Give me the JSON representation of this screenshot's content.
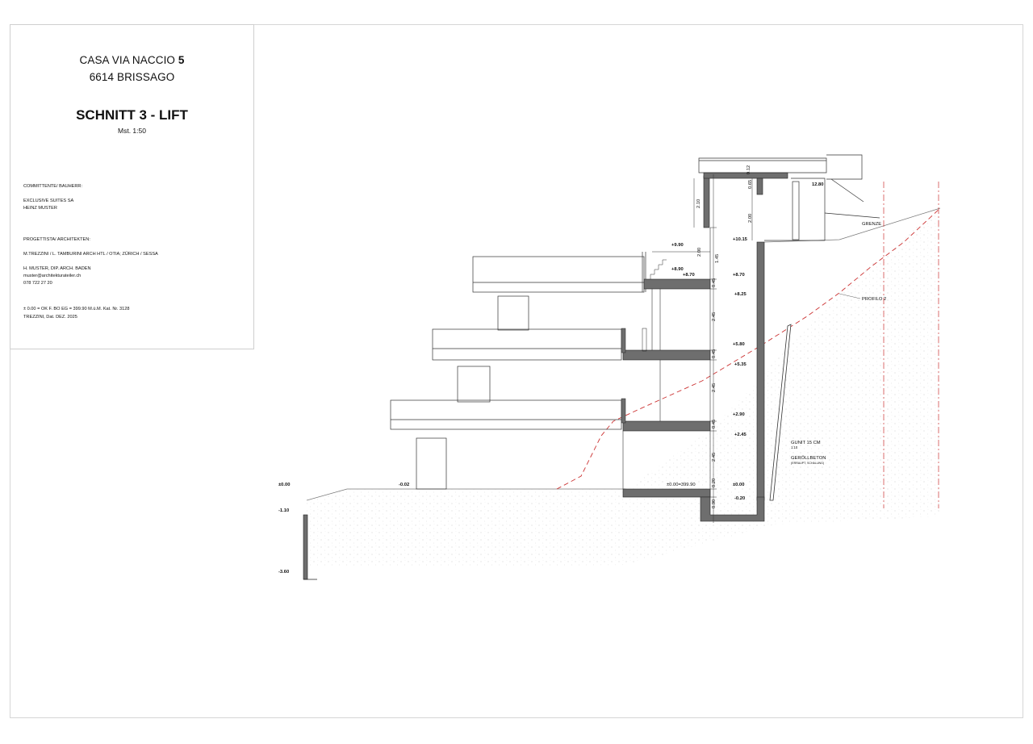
{
  "title_block": {
    "project_line_1": "CASA VIA NACCIO ",
    "project_line_1_number": "5",
    "project_line_2": "6614 BRISSAGO",
    "sheet_title": "SCHNITT 3 - LIFT",
    "scale": "Mst. 1:50",
    "client_heading": "COMMITTENTE/ BAUHERR:",
    "client_line_1": "EXCLUSIVE SUITES SA",
    "client_line_2": "HEINZ MUSTER",
    "architect_heading": "PROGETTISTA/ ARCHITEKTEN:",
    "architect_line_1": "M.TREZZINI / L. TAMBURINI ARCH HTL / OTIA; ZÜRICH / SESSA",
    "architect_line_2": "H. MUSTER, DIP. ARCH. BADEN",
    "architect_email": "muster@architekturateiler.ch",
    "architect_phone": "078 722 27 20",
    "reference_line": "± 0.00 = OK  F. BO EG  = 399.90 M.ü.M.  Kat. Nr. 3128",
    "author_date": "TREZZINI,  Dat. DEZ. 2025"
  },
  "levels": {
    "roof_top": "12.80",
    "l_9_90": "+9.90",
    "l_10_15": "+10.15",
    "l_8_90": "+8.90",
    "l_8_70_left": "+8.70",
    "l_8_70_right": "+8.70",
    "l_8_25": "+8.25",
    "l_5_80": "+5.80",
    "l_5_35": "+5.35",
    "l_2_90": "+2.90",
    "l_2_45": "+2.45",
    "ground_left": "±0.00",
    "ground_minus_0_02": "-0.02",
    "base": "±0.00=399.90",
    "pit_top": "±0.00",
    "pit_minus_0_20": "-0.20",
    "wall_minus_1_10": "-1.10",
    "wall_minus_3_60": "-3.60"
  },
  "dimensions": {
    "d_0_12": "0.12",
    "d_0_65": "0.65",
    "d_2_10": "2.10",
    "d_2_00_top": "2.00",
    "d_2_00_mid": "2.00",
    "d_1_45": "1.45",
    "d_0_45_a": "0.45",
    "d_2_45_a": "2.45",
    "d_0_45_b": "0.45",
    "d_2_45_b": "2.45",
    "d_0_45_c": "0.45",
    "d_2_45_c": "2.45",
    "d_0_20": "0.20",
    "d_0_90": "0.90"
  },
  "annotations": {
    "grenze": "GRENZE",
    "profilo": "PROFILO 2",
    "gunit": "GUNIT 15 CM",
    "gunit_sub": "1:10",
    "geroellbeton": "GERÖLLBETON",
    "geroellbeton_sub": "(ERRAUPT, SCHALUNG)"
  },
  "colors": {
    "line": "#222222",
    "section_fill": "#6e6e6e",
    "terrain_line": "#cc3333",
    "soil_dot": "#b5b5b5"
  }
}
